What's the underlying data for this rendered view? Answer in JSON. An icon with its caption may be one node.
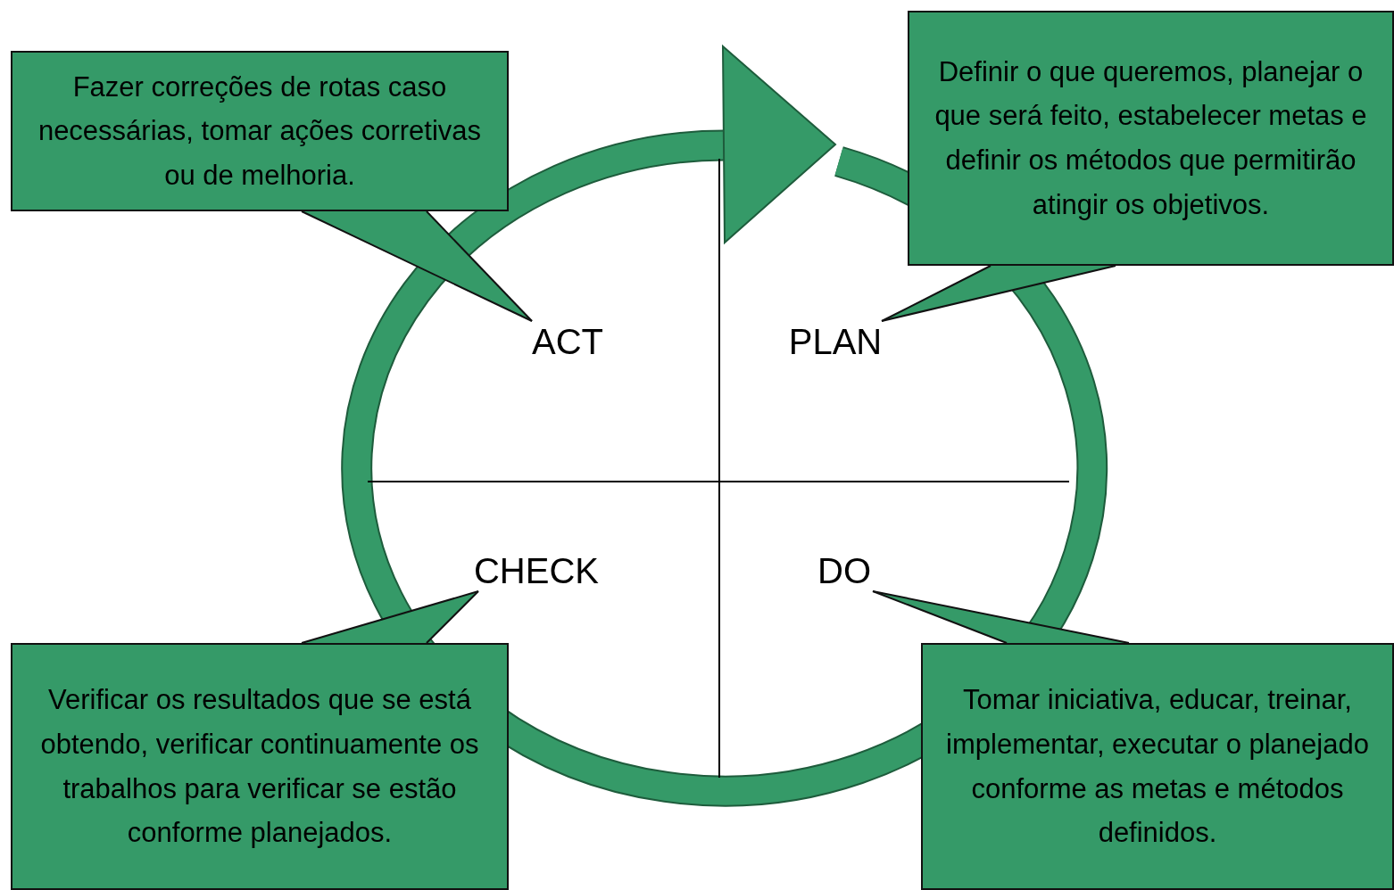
{
  "diagram": {
    "nodes": [
      {
        "text": [
          "Fazer correções de rotas caso necessárias, tomar ações corretivas ou de melhoria."
        ]
      },
      {
        "text": [
          "Definir o que queremos, planejar o que será feito, estabelecer metas e definir os métodos que permitirão atingir os objetivos."
        ]
      },
      {
        "text": [
          "ACT"
        ]
      },
      {
        "text": [
          "PLAN"
        ]
      },
      {
        "text": [
          "CHECK"
        ]
      },
      {
        "text": [
          "DO"
        ]
      },
      {
        "text": [
          "Verificar os resultados que se está obtendo, verificar continuamente os trabalhos para verificar se estão conforme planejados."
        ]
      },
      {
        "text": [
          "Tomar iniciativa, educar, treinar, implementar, executar o planejado conforme as metas e métodos definidos."
        ]
      }
    ],
    "edges": [
      {
        "from": 0,
        "to": 2,
        "arrow": "none"
      },
      {
        "from": 1,
        "to": 3,
        "arrow": "none"
      },
      {
        "from": 6,
        "to": 4,
        "arrow": "none"
      },
      {
        "from": 7,
        "to": 5,
        "arrow": "none"
      }
    ]
  }
}
